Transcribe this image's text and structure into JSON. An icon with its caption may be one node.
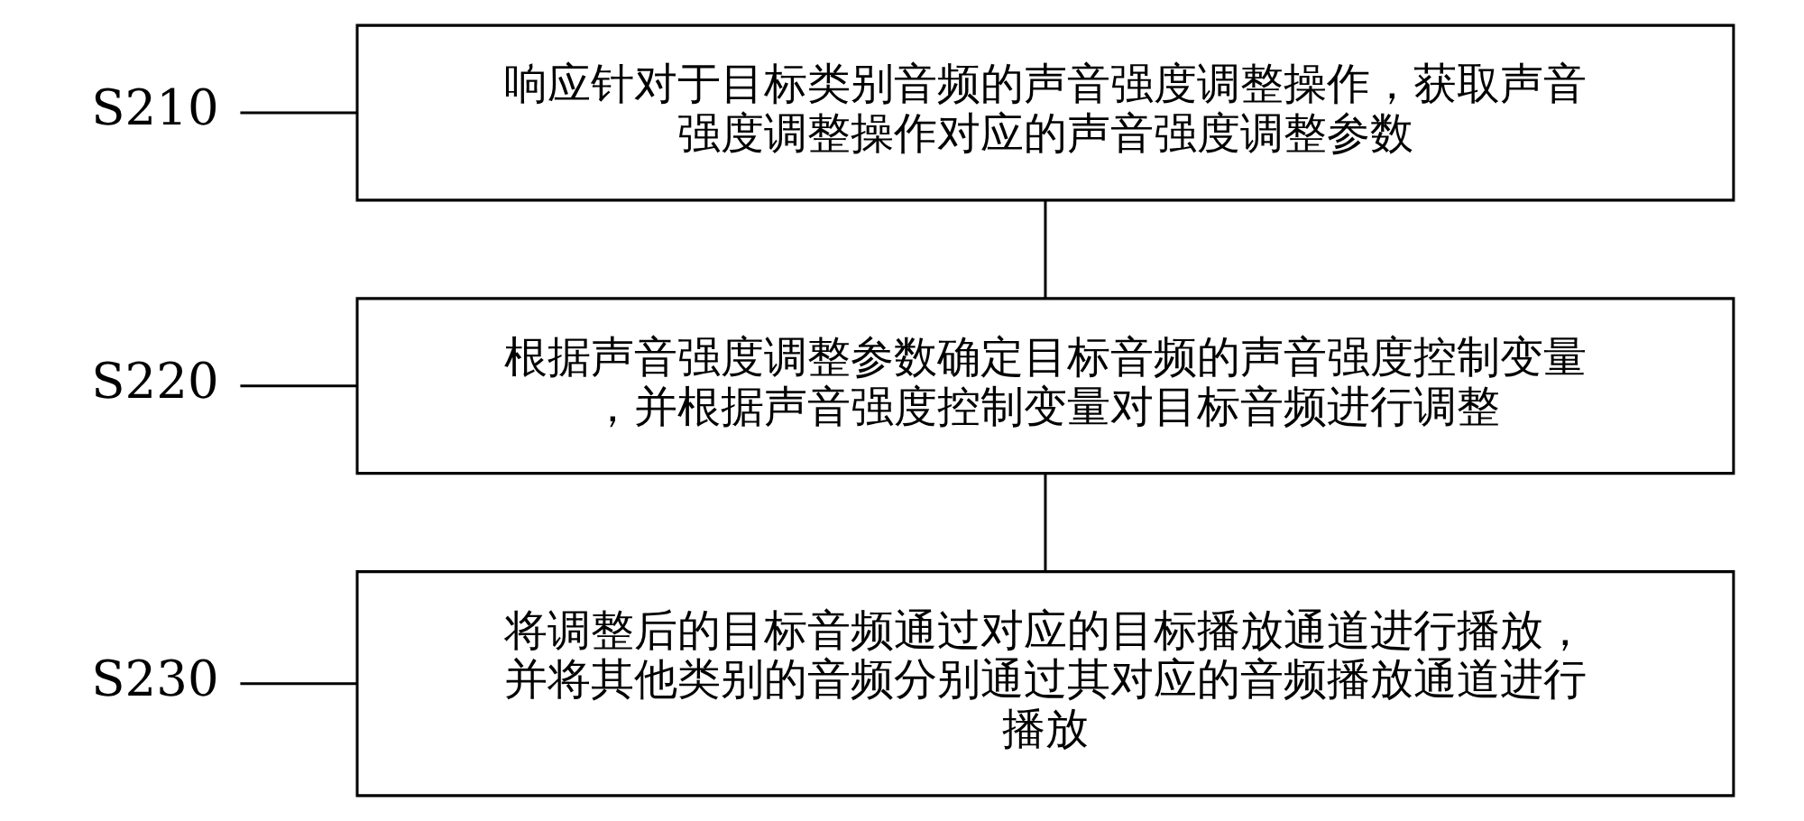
{
  "diagram": {
    "nodes": [
      {
        "text": [
          "响应针对于目标类别音频的声音强度调整操作，获取声音强度调整操作对应的声音强度调整参数"
        ]
      },
      {
        "text": [
          "S210"
        ]
      },
      {
        "text": [
          "根据声音强度调整参数确定目标音频的声音强度控制变量，并根据声音强度控制变量对目标音频进行调整"
        ]
      },
      {
        "text": [
          "S220"
        ]
      },
      {
        "text": [
          "将调整后的目标音频通过对应的目标播放通道进行播放，并将其他类别的音频分别通过其对应的音频播放通道进行播放"
        ]
      },
      {
        "text": [
          "S230"
        ]
      }
    ],
    "edges": [
      {
        "from": 1,
        "to": 0,
        "arrow": "none"
      },
      {
        "from": 0,
        "to": 2,
        "arrow": "none"
      },
      {
        "from": 3,
        "to": 2,
        "arrow": "none"
      },
      {
        "from": 2,
        "to": 4,
        "arrow": "none"
      },
      {
        "from": 5,
        "to": 4,
        "arrow": "none"
      }
    ]
  }
}
